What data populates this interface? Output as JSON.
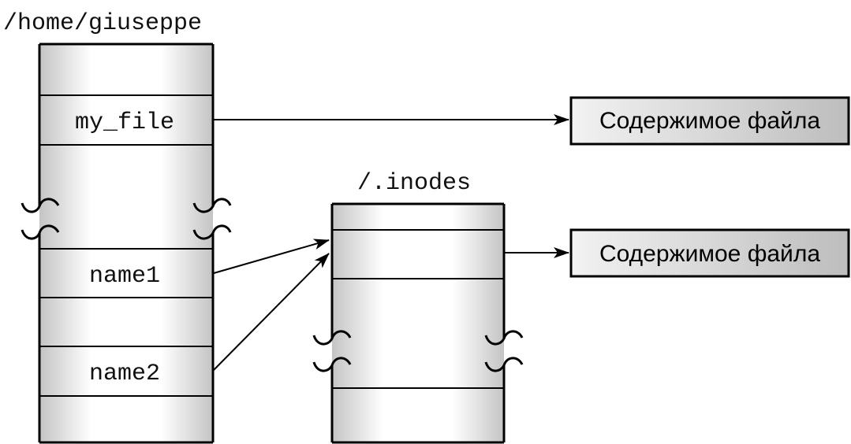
{
  "diagram": {
    "directory": {
      "title": "/home/giuseppe",
      "entries": [
        "my_file",
        "name1",
        "name2"
      ]
    },
    "inodes": {
      "title": "/.inodes"
    },
    "file_content_boxes": [
      {
        "label": "Содержимое файла"
      },
      {
        "label": "Содержимое файла"
      }
    ],
    "links": [
      {
        "from": "my_file",
        "to": "file_content_boxes.0"
      },
      {
        "from": "name1",
        "to": "inodes.entry"
      },
      {
        "from": "name2",
        "to": "inodes.entry"
      },
      {
        "from": "inodes.entry",
        "to": "file_content_boxes.1"
      }
    ],
    "colors": {
      "stroke": "#000000",
      "column_edge": "#c4c4c4",
      "column_center": "#ffffff",
      "box_light": "#f2f2f2",
      "box_dark": "#bdbdbd"
    }
  }
}
